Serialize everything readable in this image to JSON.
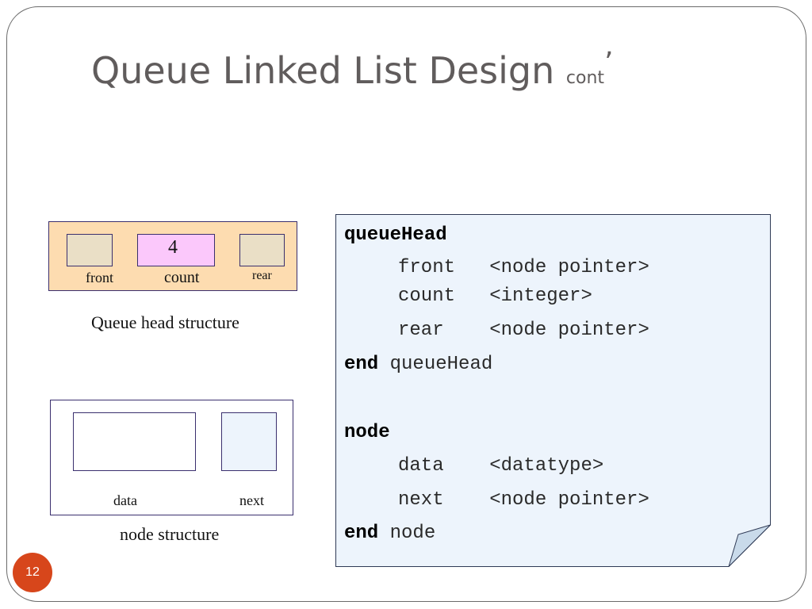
{
  "slide": {
    "title_main": "Queue Linked List Design",
    "title_small": "cont",
    "title_apostrophe": "’",
    "page_number": "12"
  },
  "queue_head_diagram": {
    "count_value": "4",
    "labels": {
      "front": "front",
      "count": "count",
      "rear": "rear"
    },
    "caption": "Queue head structure",
    "colors": {
      "container": "#fddcb0",
      "pointer_cells": "#eadfc6",
      "count_cell": "#fbc8fb",
      "border": "#3a2f6e"
    }
  },
  "node_diagram": {
    "labels": {
      "data": "data",
      "next": "next"
    },
    "caption": "node structure",
    "colors": {
      "next_cell": "#edf4fc",
      "border": "#3a2f6e"
    }
  },
  "code_panel": {
    "background": "#edf4fc",
    "lines": [
      {
        "keyword": "queueHead",
        "rest": ""
      },
      {
        "keyword": "",
        "rest": "front   <node pointer>"
      },
      {
        "keyword": "",
        "rest": "count   <integer>"
      },
      {
        "keyword": "",
        "rest": "rear    <node pointer>"
      },
      {
        "keyword": "end",
        "rest": " queueHead"
      },
      {
        "keyword": "node",
        "rest": ""
      },
      {
        "keyword": "",
        "rest": "data    <datatype>"
      },
      {
        "keyword": "",
        "rest": "next    <node pointer>"
      },
      {
        "keyword": "end",
        "rest": " node"
      }
    ]
  },
  "accent_color": "#d7461b"
}
